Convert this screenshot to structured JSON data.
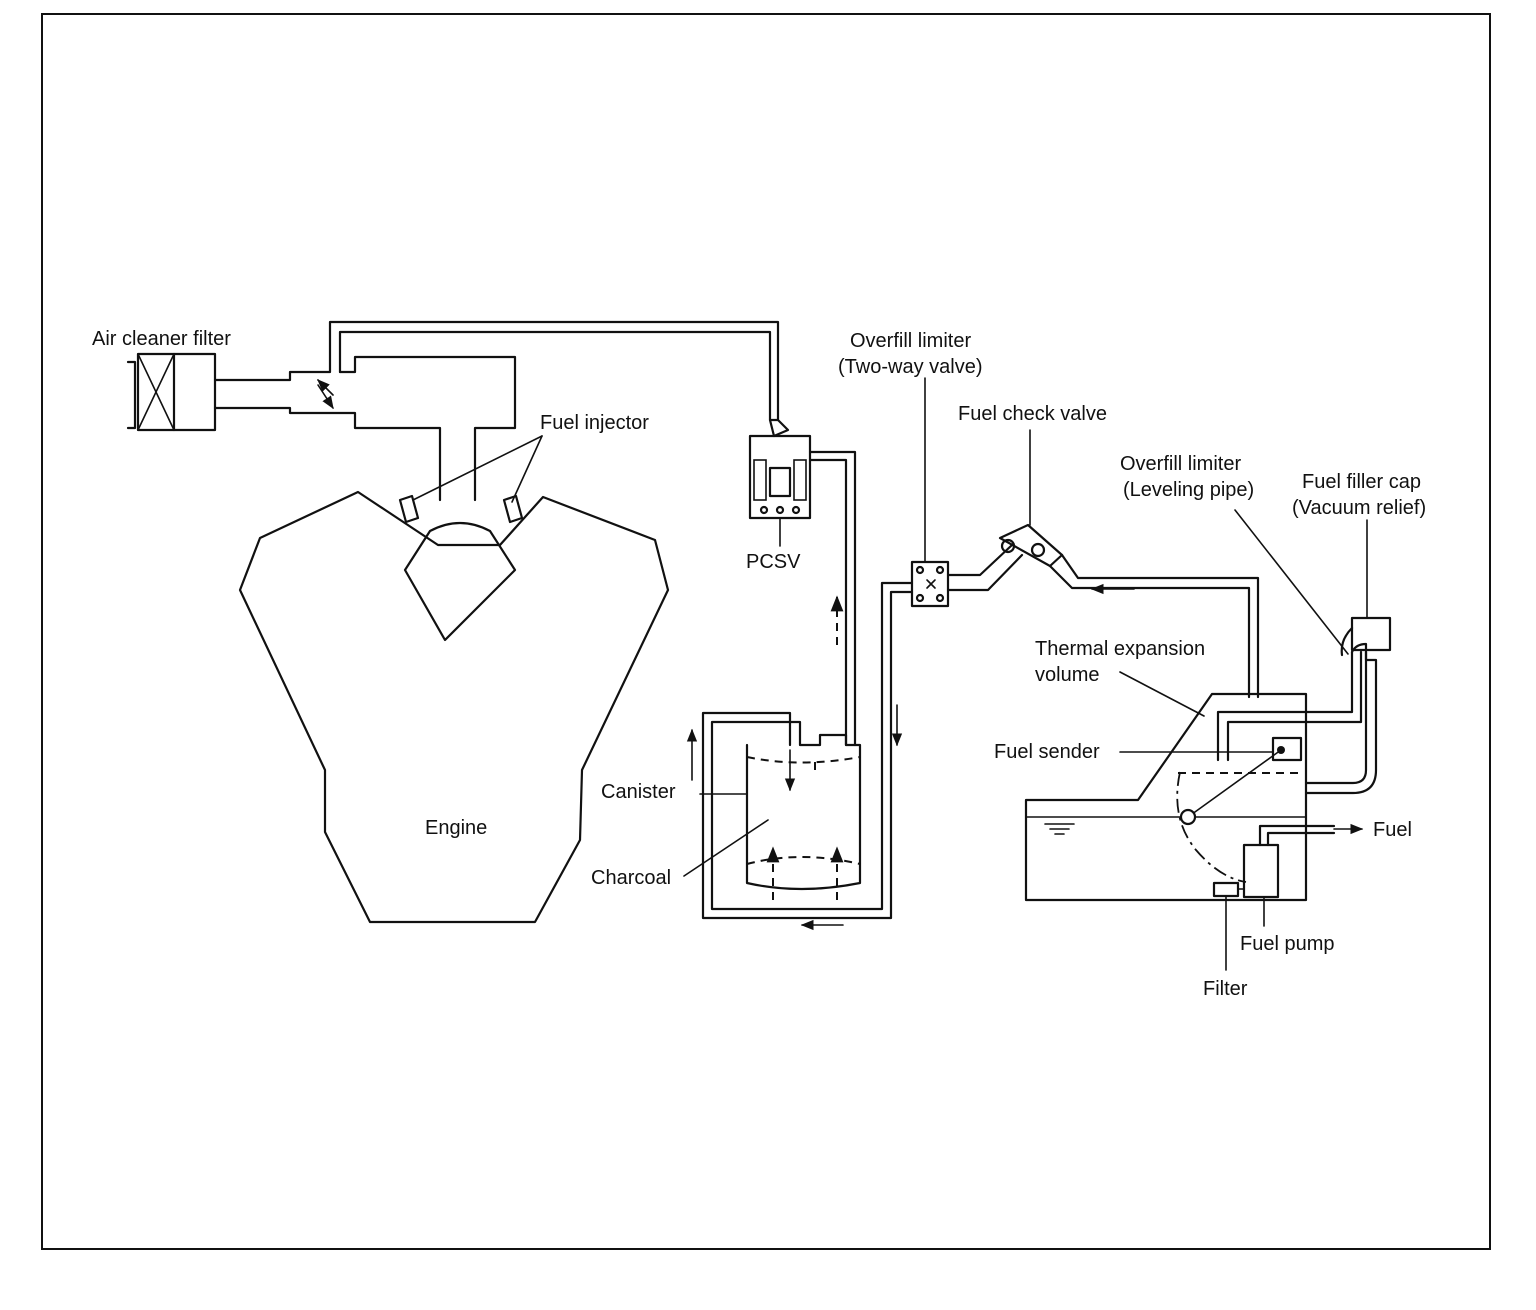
{
  "labels": {
    "air_cleaner_filter": "Air cleaner filter",
    "fuel_injector": "Fuel injector",
    "engine": "Engine",
    "pcsv": "PCSV",
    "canister": "Canister",
    "charcoal": "Charcoal",
    "overfill_limiter_two_way_1": "Overfill limiter",
    "overfill_limiter_two_way_2": "(Two-way valve)",
    "fuel_check_valve": "Fuel check valve",
    "overfill_limiter_leveling_1": "Overfill limiter",
    "overfill_limiter_leveling_2": "(Leveling pipe)",
    "fuel_filler_cap_1": "Fuel filler cap",
    "fuel_filler_cap_2": "(Vacuum relief)",
    "thermal_expansion_1": "Thermal expansion",
    "thermal_expansion_2": "volume",
    "fuel_sender": "Fuel sender",
    "fuel": "Fuel",
    "fuel_pump": "Fuel pump",
    "filter": "Filter"
  }
}
